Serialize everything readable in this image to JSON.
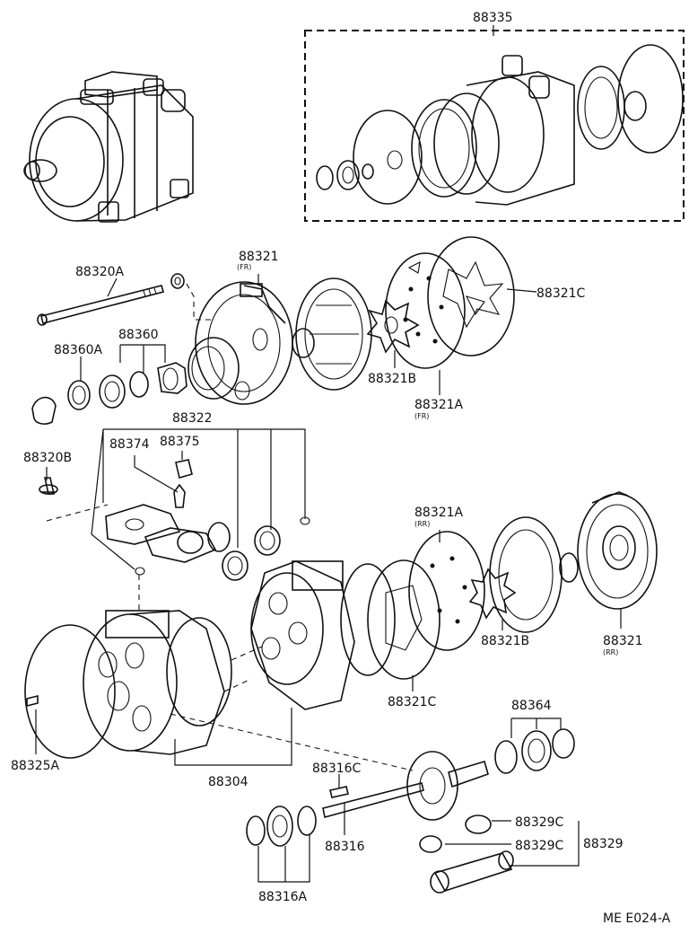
{
  "labels": {
    "assy": "88335",
    "bolt_a": "88320A",
    "nut": "88321",
    "nut_fr": "(FR)",
    "gasket_c": "88321C",
    "seal": "88360",
    "washer": "88360A",
    "valve_b_top": "88321B",
    "plate_a_top": "88321A",
    "plate_a_top_sub": "(FR)",
    "valve_group": "88322",
    "part_74": "88374",
    "part_75": "88375",
    "bolt_b": "88320B",
    "plate_a_rr": "88321A",
    "plate_a_rr_sub": "(RR)",
    "valve_b_bot": "88321B",
    "head_rr": "88321",
    "head_rr_sub": "(RR)",
    "gasket_c_bot": "88321C",
    "bearing": "88364",
    "pin": "88325A",
    "housing": "88304",
    "key": "88316C",
    "shaft": "88316",
    "piston_c1": "88329C",
    "piston_c2": "88329C",
    "piston": "88329",
    "thrust": "88316A",
    "code": "ME E024-A"
  }
}
